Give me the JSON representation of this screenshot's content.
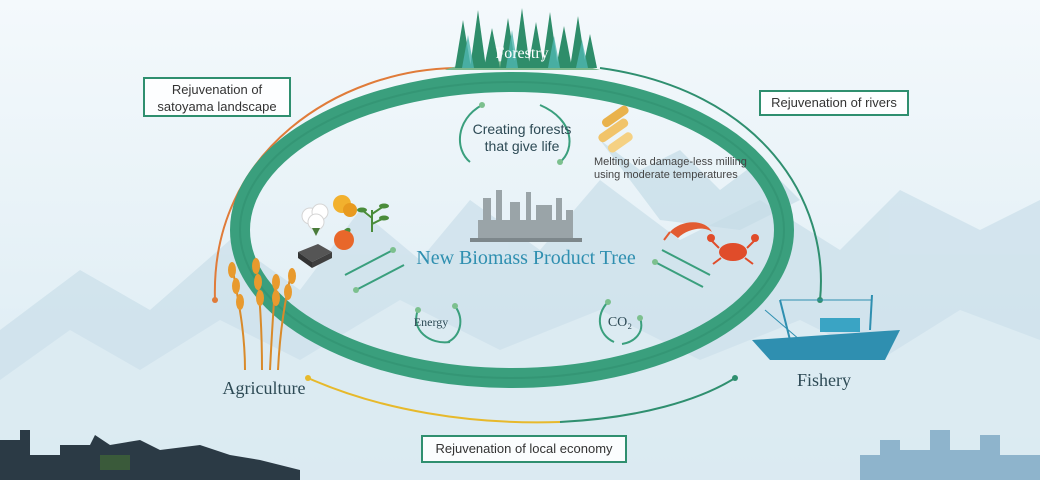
{
  "nodes": {
    "forestry": "Forestry",
    "agriculture": "Agriculture",
    "fishery": "Fishery",
    "center": "New Biomass Product Tree"
  },
  "boxes": {
    "satoyama_line1": "Rejuvenation of",
    "satoyama_line2": "satoyama landscape",
    "rivers": "Rejuvenation of rivers",
    "economy": "Rejuvenation of local economy"
  },
  "inner": {
    "forests_line1": "Creating forests",
    "forests_line2": "that give life",
    "milling_line1": "Melting via damage-less milling",
    "milling_line2": "using moderate temperatures",
    "energy": "Energy",
    "co2": "CO₂"
  },
  "colors": {
    "ring": "#3a9f7d",
    "ring_dark": "#2d8a6a",
    "box_border": "#2f8f6f",
    "orange_arc": "#e07b39",
    "yellow_arc": "#e7b92b",
    "teal_arc": "#2f8f6f",
    "center_text": "#2f8fb0",
    "mountain": "#c5dde8"
  }
}
